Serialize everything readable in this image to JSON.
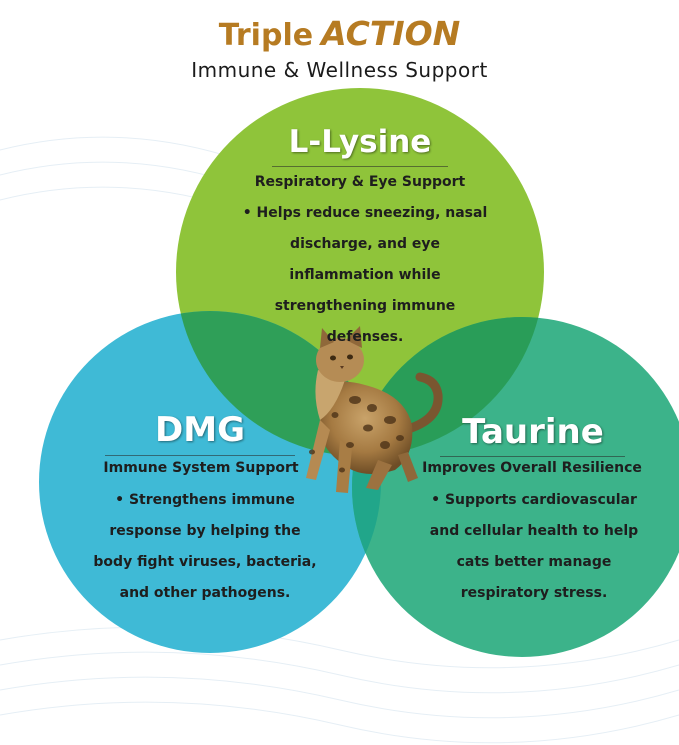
{
  "header": {
    "title_main": "Triple",
    "title_accent": "ACTION",
    "subtitle": "Immune & Wellness Support"
  },
  "colors": {
    "title": "#b67b22",
    "lysine_circle": "#8fc43a",
    "dmg_circle": "#3fbad6",
    "taurine_circle": "#3cb38a",
    "overlap": "#3a9a4a"
  },
  "circles": {
    "lysine": {
      "name": "L-Lysine",
      "subtitle": "Respiratory & Eye Support",
      "body": "• Helps reduce sneezing, nasal discharge, and eye inflammation while strengthening immune defenses."
    },
    "dmg": {
      "name": "DMG",
      "subtitle": "Immune System Support",
      "body": "• Strengthens immune response by helping the body fight viruses, bacteria, and other pathogens."
    },
    "taurine": {
      "name": "Taurine",
      "subtitle": "Improves Overall Resilience",
      "body": "• Supports cardiovascular and cellular health to help cats better manage respiratory stress."
    }
  },
  "image": {
    "icon": "cat-photo"
  }
}
